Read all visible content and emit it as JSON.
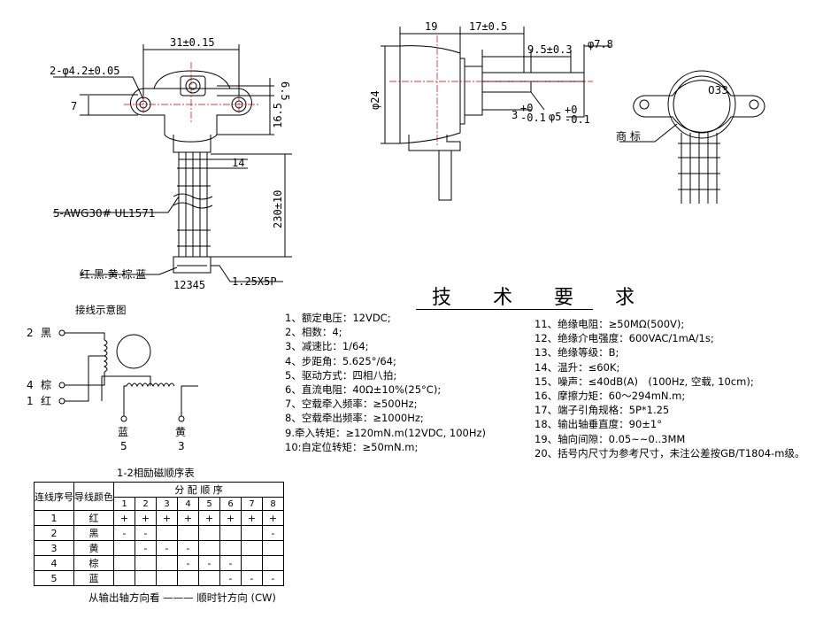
{
  "dimensions": {
    "mount_width": "31±0.15",
    "mount_holes": "2-φ4.2±0.05",
    "hole_offset": "7",
    "boss_height": "6.5",
    "body_drop": "16.5",
    "lead_pitch": "14",
    "lead_length": "230±10",
    "lead_type": "5-AWG30# UL1571",
    "lead_colors": "红.黑.黄.棕.蓝",
    "connector_pins": "12345",
    "connector_type": "1.25X5P",
    "body_depth": "19",
    "shaft_collar": "17±0.5",
    "shaft_flat": "9.5±0.3",
    "shaft_tip_dia": "φ7.8",
    "body_dia": "φ24",
    "flat_thickness": "3",
    "flat_tol_up": "+0",
    "flat_tol_down": "-0.1",
    "shaft_dia": "φ5",
    "shaft_tol_up": "+0",
    "shaft_tol_down": "-0.1",
    "nameplate_label": "商 标",
    "nameplate_model": "033"
  },
  "wiring": {
    "title": "接线示意图",
    "pins": [
      {
        "num": "2",
        "color": "黑"
      },
      {
        "num": "4",
        "color": "棕"
      },
      {
        "num": "1",
        "color": "红"
      }
    ],
    "bottom_pins": [
      {
        "color": "蓝",
        "num": "5"
      },
      {
        "color": "黄",
        "num": "3"
      }
    ]
  },
  "spec_title": "技 术 要 求",
  "specs_left": [
    "1、额定电压：12VDC;",
    "2、相数：4;",
    "3、减速比：1/64;",
    "4、步距角：5.625°/64;",
    "5、驱动方式：四相八拍;",
    "6、直流电阻：40Ω±10%(25°C);",
    "7、空载牵入频率：≥500Hz;",
    "8、空载牵出频率：≥1000Hz;",
    "9.牵入转矩：≥120mN.m(12VDC, 100Hz)",
    "10:自定位转矩：≥50mN.m;"
  ],
  "specs_right": [
    "11、绝缘电阻：≥50MΩ(500V);",
    "12、绝缘介电强度：600VAC/1mA/1s;",
    "13、绝缘等级：B;",
    "14、温升：≤60K;",
    "15、噪声：≤40dB(A)　(100Hz, 空载, 10cm);",
    "16、摩擦力矩：60～294mN.m;",
    "17、端子引角规格：5P*1.25",
    "18、输出轴垂直度：90±1°",
    "19、轴向间隙：0.05~~0..3MM",
    "20、括号内尺寸为参考尺寸，未注公差按GB/T1804-m级。"
  ],
  "sequence": {
    "title": "1-2相励磁顺序表",
    "col_seq": "连线序号",
    "col_color": "导线颜色",
    "col_dist": "分 配 顺 序",
    "steps": [
      "1",
      "2",
      "3",
      "4",
      "5",
      "6",
      "7",
      "8"
    ],
    "rows": [
      {
        "seq": "1",
        "color": "红",
        "cells": [
          "+",
          "+",
          "+",
          "+",
          "+",
          "+",
          "+",
          "+"
        ]
      },
      {
        "seq": "2",
        "color": "黑",
        "cells": [
          "-",
          "-",
          "",
          "",
          "",
          "",
          "",
          "-"
        ]
      },
      {
        "seq": "3",
        "color": "黄",
        "cells": [
          "",
          "-",
          "-",
          "-",
          "",
          "",
          "",
          ""
        ]
      },
      {
        "seq": "4",
        "color": "棕",
        "cells": [
          "",
          "",
          "",
          "-",
          "-",
          "-",
          "",
          ""
        ]
      },
      {
        "seq": "5",
        "color": "蓝",
        "cells": [
          "",
          "",
          "",
          "",
          "",
          "-",
          "-",
          "-"
        ]
      }
    ],
    "direction": "从输出轴方向看 ——— 顺时针方向 (CW)"
  }
}
